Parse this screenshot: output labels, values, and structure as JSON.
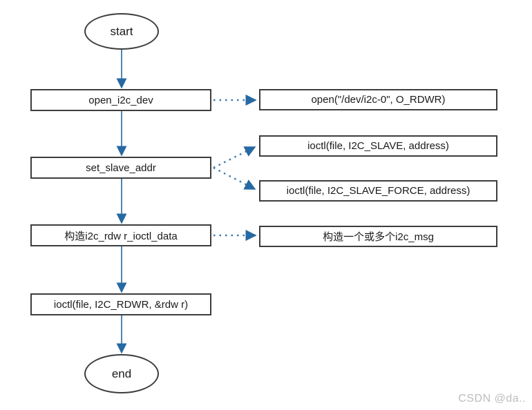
{
  "diagram": {
    "nodes": {
      "start": {
        "label": "start"
      },
      "open_i2c_dev": {
        "label": "open_i2c_dev"
      },
      "open_call": {
        "label": "open(\"/dev/i2c-0\", O_RDWR)"
      },
      "set_slave_addr": {
        "label": "set_slave_addr"
      },
      "ioctl_slave": {
        "label": "ioctl(file, I2C_SLAVE, address)"
      },
      "ioctl_slave_force": {
        "label": "ioctl(file, I2C_SLAVE_FORCE, address)"
      },
      "build_rdwr_data": {
        "label": "构造i2c_rdw r_ioctl_data"
      },
      "build_msgs": {
        "label": "构造一个或多个i2c_msg"
      },
      "ioctl_rdwr": {
        "label": "ioctl(file, I2C_RDWR, &rdw r)"
      },
      "end": {
        "label": "end"
      }
    },
    "colors": {
      "arrow_line": "#4e86b4",
      "arrow_head": "#2769a2",
      "dotted_line": "#3f7bb1",
      "box_border": "#3d3d3d",
      "box_fill": "#ffffff",
      "text": "#1a1a1a",
      "watermark_text": "#bcbcbc"
    },
    "watermark": "CSDN @da.."
  }
}
